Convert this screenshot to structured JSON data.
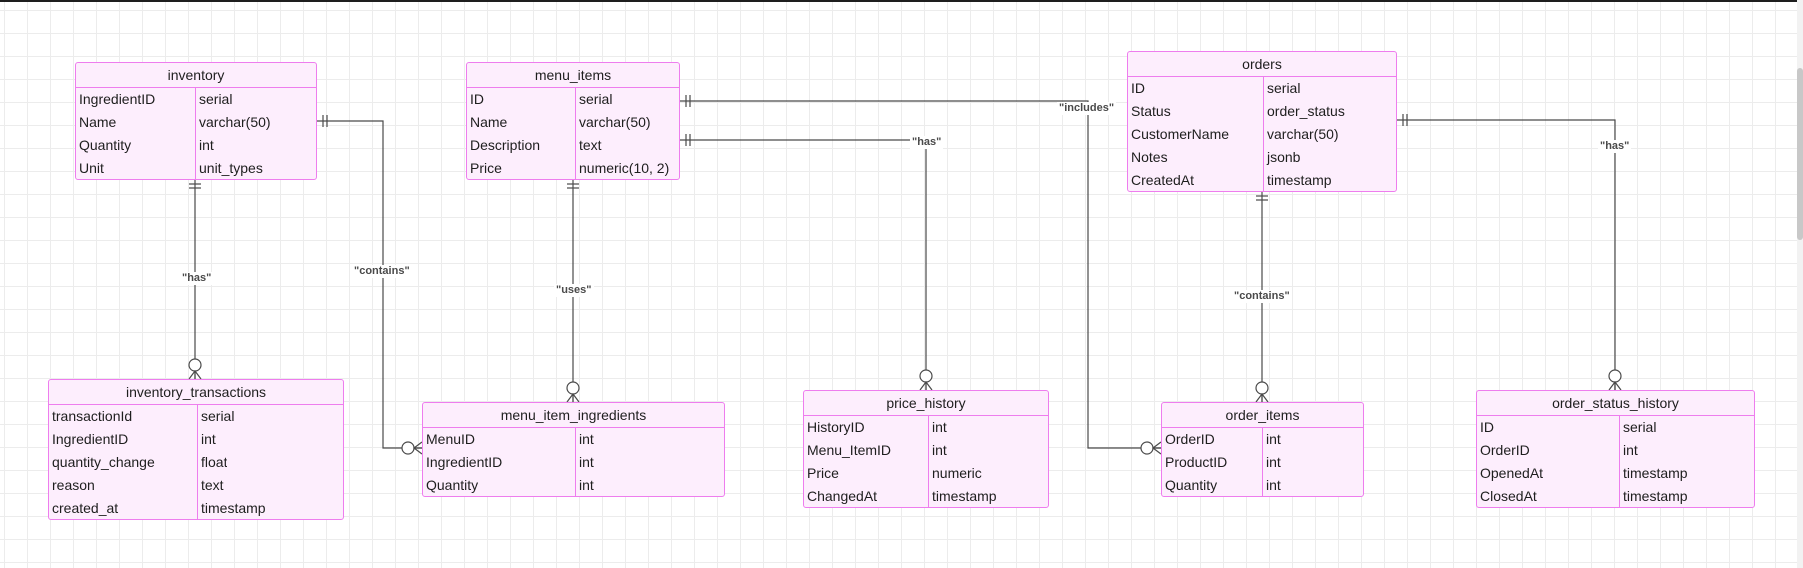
{
  "colors": {
    "entity_border": "#ee7dee",
    "entity_fill": "#fdeefd",
    "line": "#4a4a4a"
  },
  "entities": [
    {
      "id": "inventory",
      "title": "inventory",
      "attributes": [
        {
          "name": "IngredientID",
          "type": "serial"
        },
        {
          "name": "Name",
          "type": "varchar(50)"
        },
        {
          "name": "Quantity",
          "type": "int"
        },
        {
          "name": "Unit",
          "type": "unit_types"
        }
      ]
    },
    {
      "id": "menu_items",
      "title": "menu_items",
      "attributes": [
        {
          "name": "ID",
          "type": "serial"
        },
        {
          "name": "Name",
          "type": "varchar(50)"
        },
        {
          "name": "Description",
          "type": "text"
        },
        {
          "name": "Price",
          "type": "numeric(10, 2)"
        }
      ]
    },
    {
      "id": "orders",
      "title": "orders",
      "attributes": [
        {
          "name": "ID",
          "type": "serial"
        },
        {
          "name": "Status",
          "type": "order_status"
        },
        {
          "name": "CustomerName",
          "type": "varchar(50)"
        },
        {
          "name": "Notes",
          "type": "jsonb"
        },
        {
          "name": "CreatedAt",
          "type": "timestamp"
        }
      ]
    },
    {
      "id": "inventory_transactions",
      "title": "inventory_transactions",
      "attributes": [
        {
          "name": "transactionId",
          "type": "serial"
        },
        {
          "name": "IngredientID",
          "type": "int"
        },
        {
          "name": "quantity_change",
          "type": "float"
        },
        {
          "name": "reason",
          "type": "text"
        },
        {
          "name": "created_at",
          "type": "timestamp"
        }
      ]
    },
    {
      "id": "menu_item_ingredients",
      "title": "menu_item_ingredients",
      "attributes": [
        {
          "name": "MenuID",
          "type": "int"
        },
        {
          "name": "IngredientID",
          "type": "int"
        },
        {
          "name": "Quantity",
          "type": "int"
        }
      ]
    },
    {
      "id": "price_history",
      "title": "price_history",
      "attributes": [
        {
          "name": "HistoryID",
          "type": "int"
        },
        {
          "name": "Menu_ItemID",
          "type": "int"
        },
        {
          "name": "Price",
          "type": "numeric"
        },
        {
          "name": "ChangedAt",
          "type": "timestamp"
        }
      ]
    },
    {
      "id": "order_items",
      "title": "order_items",
      "attributes": [
        {
          "name": "OrderID",
          "type": "int"
        },
        {
          "name": "ProductID",
          "type": "int"
        },
        {
          "name": "Quantity",
          "type": "int"
        }
      ]
    },
    {
      "id": "order_status_history",
      "title": "order_status_history",
      "attributes": [
        {
          "name": "ID",
          "type": "serial"
        },
        {
          "name": "OrderID",
          "type": "int"
        },
        {
          "name": "OpenedAt",
          "type": "timestamp"
        },
        {
          "name": "ClosedAt",
          "type": "timestamp"
        }
      ]
    }
  ],
  "relationships": [
    {
      "id": "rel-inventory-transactions",
      "label": "\"has\"",
      "from": "inventory",
      "to": "inventory_transactions",
      "cardinality": "one-to-many"
    },
    {
      "id": "rel-inventory-menu-item-ingredients",
      "label": "\"contains\"",
      "from": "inventory",
      "to": "menu_item_ingredients",
      "cardinality": "one-to-many"
    },
    {
      "id": "rel-menu-items-ingredients",
      "label": "\"uses\"",
      "from": "menu_items",
      "to": "menu_item_ingredients",
      "cardinality": "one-to-many"
    },
    {
      "id": "rel-menu-items-price-history",
      "label": "\"has\"",
      "from": "menu_items",
      "to": "price_history",
      "cardinality": "one-to-many"
    },
    {
      "id": "rel-menu-items-order-items",
      "label": "\"includes\"",
      "from": "menu_items",
      "to": "order_items",
      "cardinality": "one-to-many"
    },
    {
      "id": "rel-orders-order-items",
      "label": "\"contains\"",
      "from": "orders",
      "to": "order_items",
      "cardinality": "one-to-many"
    },
    {
      "id": "rel-orders-status-history",
      "label": "\"has\"",
      "from": "orders",
      "to": "order_status_history",
      "cardinality": "one-to-many"
    }
  ]
}
